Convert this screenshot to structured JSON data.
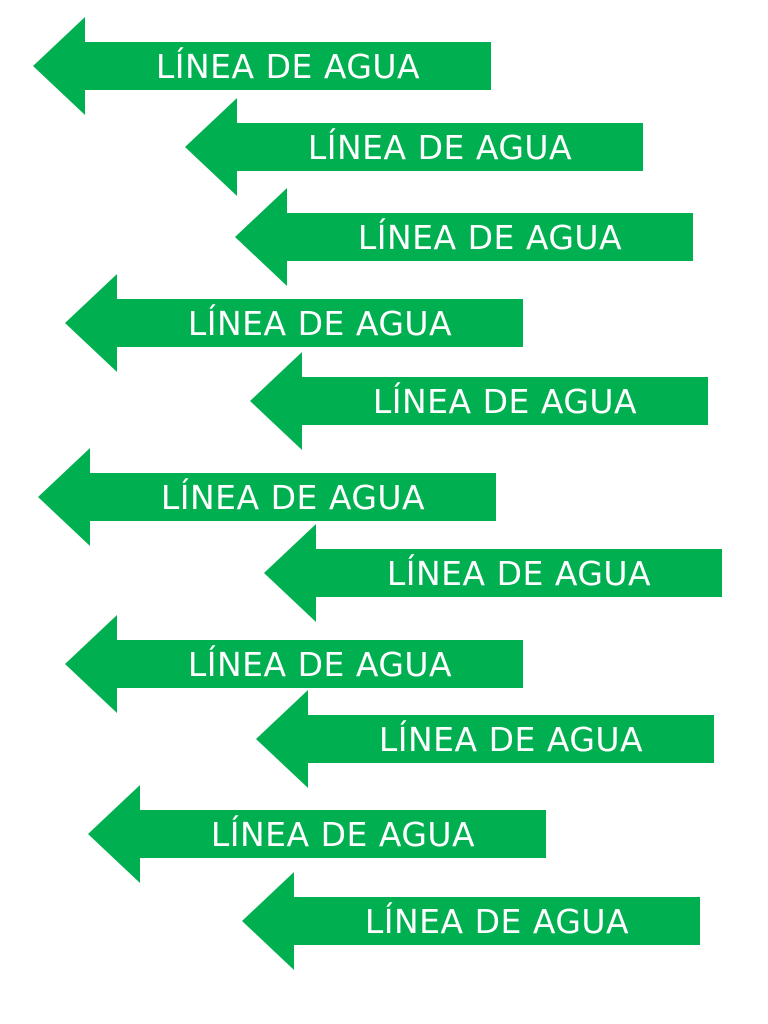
{
  "colors": {
    "arrow_fill": "#00b050",
    "label_text": "#ffffff",
    "background": "#ffffff"
  },
  "icons": {
    "arrow_shape": "arrow-left-icon"
  },
  "arrows": [
    {
      "label": "LÍNEA DE AGUA"
    },
    {
      "label": "LÍNEA DE AGUA"
    },
    {
      "label": "LÍNEA DE AGUA"
    },
    {
      "label": "LÍNEA DE AGUA"
    },
    {
      "label": "LÍNEA DE AGUA"
    },
    {
      "label": "LÍNEA DE AGUA"
    },
    {
      "label": "LÍNEA DE AGUA"
    },
    {
      "label": "LÍNEA DE AGUA"
    },
    {
      "label": "LÍNEA DE AGUA"
    },
    {
      "label": "LÍNEA DE AGUA"
    },
    {
      "label": "LÍNEA DE AGUA"
    }
  ]
}
